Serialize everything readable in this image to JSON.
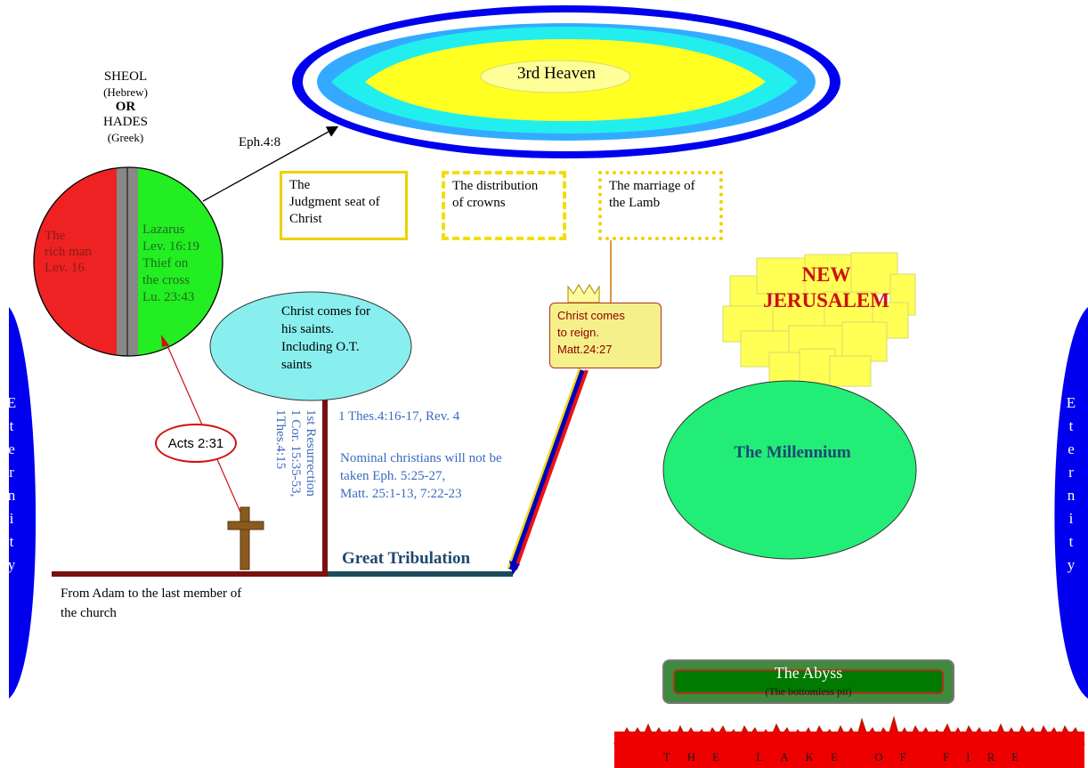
{
  "sheol": {
    "line1": "SHEOL",
    "line2": "(Hebrew)",
    "line3": "OR",
    "line4": "HADES",
    "line5": "(Greek)"
  },
  "rich_man": {
    "line1": "The",
    "line2": "rich man",
    "line3": "Lev. 16"
  },
  "lazarus": {
    "line1": "Lazarus",
    "line2": "Lev. 16:19",
    "line3": "Thief on",
    "line4": "the cross",
    "line5": "Lu. 23:43"
  },
  "eph_label": "Eph.4:8",
  "heaven_label": "3rd Heaven",
  "boxes": [
    {
      "line1": "The",
      "line2": "Judgment seat of",
      "line3": "Christ"
    },
    {
      "line1": "The distribution",
      "line2": "of crowns"
    },
    {
      "line1": "The marriage of",
      "line2": "the Lamb"
    }
  ],
  "saints": {
    "line1": "Christ comes for",
    "line2": "his saints.",
    "line3": "Including O.T.",
    "line4": "saints"
  },
  "reign": {
    "line1": "Christ comes",
    "line2": "to reign.",
    "line3": "Matt.24:27"
  },
  "resurrection": {
    "line1": "1st Resurrection",
    "line2": "1 Cor. 15:35-53,",
    "line3": "1Thes.4:15"
  },
  "thes_ref": "1 Thes.4:16-17, Rev. 4",
  "nominal": {
    "line1": "Nominal christians will not be",
    "line2": "taken Eph. 5:25-27,",
    "line3": "Matt. 25:1-13, 7:22-23"
  },
  "tribulation": "Great Tribulation",
  "adam": {
    "line1": "From Adam to the last member of",
    "line2": "the church"
  },
  "acts_label": "Acts 2:31",
  "new_jerusalem": {
    "line1": "NEW",
    "line2": "JERUSALEM"
  },
  "millennium": "The Millennium",
  "eternity_letters": [
    "E",
    "t",
    "e",
    "r",
    "n",
    "i",
    "t",
    "y"
  ],
  "abyss": {
    "title": "The Abyss",
    "subtitle": "(The bottomless pit)"
  },
  "lake_of_fire": "THE LAKE OF FIRE"
}
